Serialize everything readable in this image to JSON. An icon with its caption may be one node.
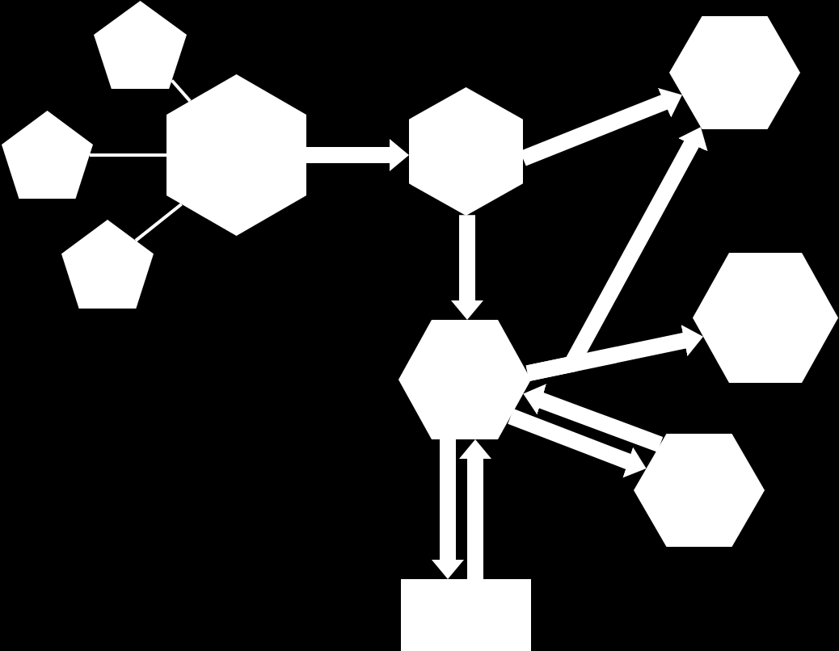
{
  "diagram": {
    "nodes": [
      {
        "text": [],
        "shape": "pentagon"
      },
      {
        "text": [],
        "shape": "pentagon"
      },
      {
        "text": [],
        "shape": "pentagon"
      },
      {
        "text": [],
        "shape": "hexagon"
      },
      {
        "text": [],
        "shape": "hexagon"
      },
      {
        "text": [],
        "shape": "hexagon"
      },
      {
        "text": [],
        "shape": "hexagon"
      },
      {
        "text": [],
        "shape": "hexagon"
      },
      {
        "text": [],
        "shape": "hexagon"
      },
      {
        "text": [],
        "shape": "box"
      }
    ],
    "edges": [
      {
        "from": 0,
        "to": 3,
        "arrow": "none"
      },
      {
        "from": 1,
        "to": 3,
        "arrow": "none"
      },
      {
        "from": 2,
        "to": 3,
        "arrow": "none"
      },
      {
        "from": 3,
        "to": 4,
        "arrow": "to"
      },
      {
        "from": 4,
        "to": 5,
        "arrow": "to"
      },
      {
        "from": 4,
        "to": 6,
        "arrow": "to"
      },
      {
        "from": 6,
        "to": 5,
        "arrow": "to"
      },
      {
        "from": 6,
        "to": 7,
        "arrow": "to"
      },
      {
        "from": 8,
        "to": 6,
        "arrow": "to"
      },
      {
        "from": 6,
        "to": 8,
        "arrow": "to"
      },
      {
        "from": 6,
        "to": 9,
        "arrow": "to"
      },
      {
        "from": 9,
        "to": 6,
        "arrow": "to"
      }
    ]
  }
}
